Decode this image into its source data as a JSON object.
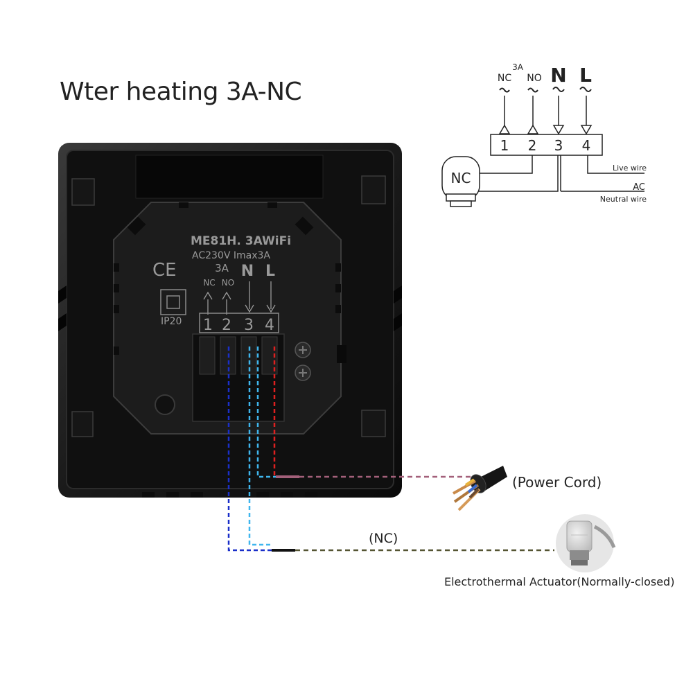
{
  "title": "Wter heating 3A-NC",
  "schematic": {
    "rating": "3A",
    "terminal_labels": [
      "NC",
      "NO",
      "N",
      "L"
    ],
    "terminal_numbers": [
      "1",
      "2",
      "3",
      "4"
    ],
    "actuator_label": "NC",
    "live_wire": "Live wire",
    "ac": "AC",
    "neutral_wire": "Neutral wire"
  },
  "device": {
    "model": "ME81H. 3AWiFi",
    "spec": "AC230V Imax3A",
    "rating": "3A",
    "ce": "CE",
    "ip": "IP20",
    "terminal_labels": [
      "NC",
      "NO",
      "N",
      "L"
    ],
    "terminal_numbers": [
      "1",
      "2",
      "3",
      "4"
    ]
  },
  "labels": {
    "power_cord": "(Power Cord)",
    "nc": "(NC)",
    "actuator": "Electrothermal Actuator(Normally-closed)"
  },
  "colors": {
    "wire_blue": "#1a2fc9",
    "wire_lightblue": "#3fb6ee",
    "wire_red": "#e02020",
    "power_dashed": "#a3607a",
    "nc_dashed": "#555533"
  }
}
